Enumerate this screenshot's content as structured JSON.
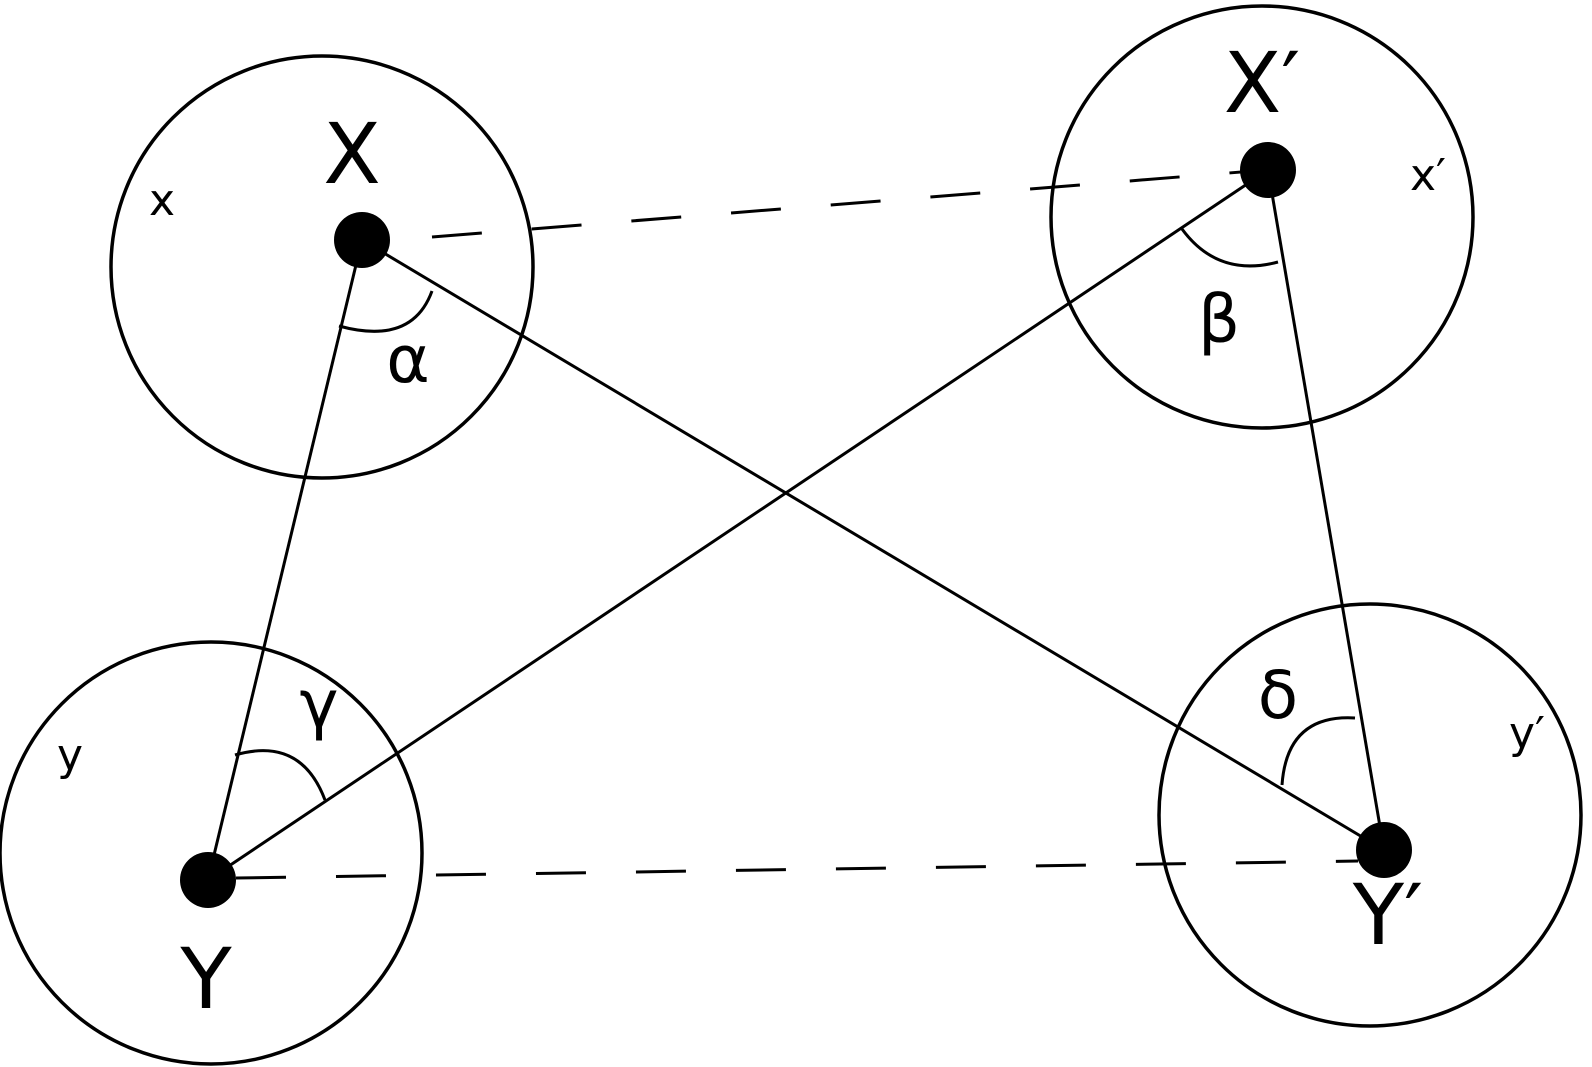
{
  "points": {
    "X": "X",
    "X_prime": "X′",
    "Y": "Y",
    "Y_prime": "Y′"
  },
  "regions": {
    "x": "x",
    "x_prime": "x′",
    "y": "y",
    "y_prime": "y′"
  },
  "angles": {
    "alpha": "α",
    "beta": "β",
    "gamma": "γ",
    "delta": "δ"
  }
}
